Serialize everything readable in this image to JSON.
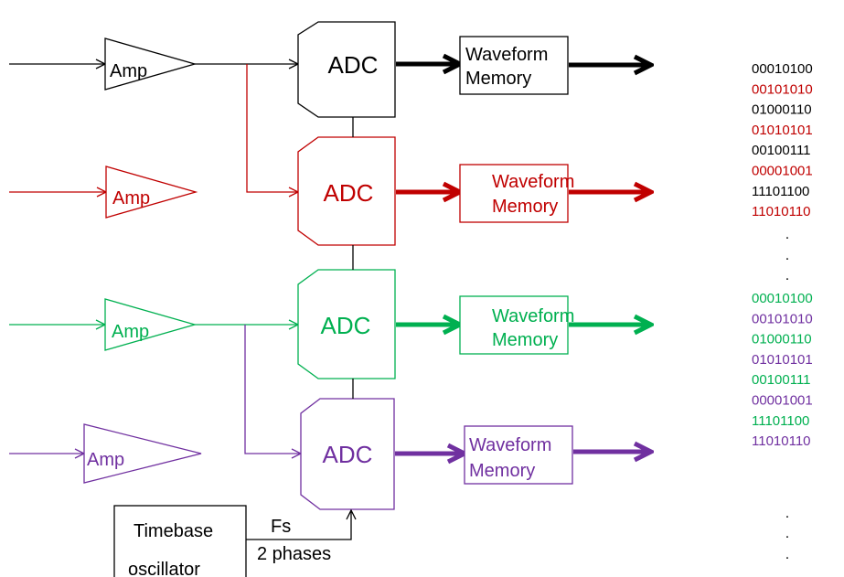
{
  "colors": {
    "black": "#000000",
    "red": "#c00000",
    "green": "#00b050",
    "purple": "#7030a0"
  },
  "channels": [
    {
      "color": "#000000",
      "amp_label": "Amp",
      "adc_label": "ADC",
      "memory_line1": "Waveform",
      "memory_line2": "Memory"
    },
    {
      "color": "#c00000",
      "amp_label": "Amp",
      "adc_label": "ADC",
      "memory_line1": "Waveform",
      "memory_line2": "Memory"
    },
    {
      "color": "#00b050",
      "amp_label": "Amp",
      "adc_label": "ADC",
      "memory_line1": "Waveform",
      "memory_line2": "Memory"
    },
    {
      "color": "#7030a0",
      "amp_label": "Amp",
      "adc_label": "ADC",
      "memory_line1": "Waveform",
      "memory_line2": "Memory"
    }
  ],
  "timebase": {
    "line1": "Timebase",
    "line2": "oscillator"
  },
  "clock": {
    "label1": "Fs",
    "label2": "2 phases"
  },
  "bit_stream": {
    "group1": [
      "00010100",
      "00101010",
      "01000110",
      "01010101",
      "00100111",
      "00001001",
      "11101100",
      "11010110"
    ],
    "group2": [
      "00010100",
      "00101010",
      "01000110",
      "01010101",
      "00100111",
      "00001001",
      "11101100",
      "11010110"
    ],
    "ellipsis": "."
  }
}
